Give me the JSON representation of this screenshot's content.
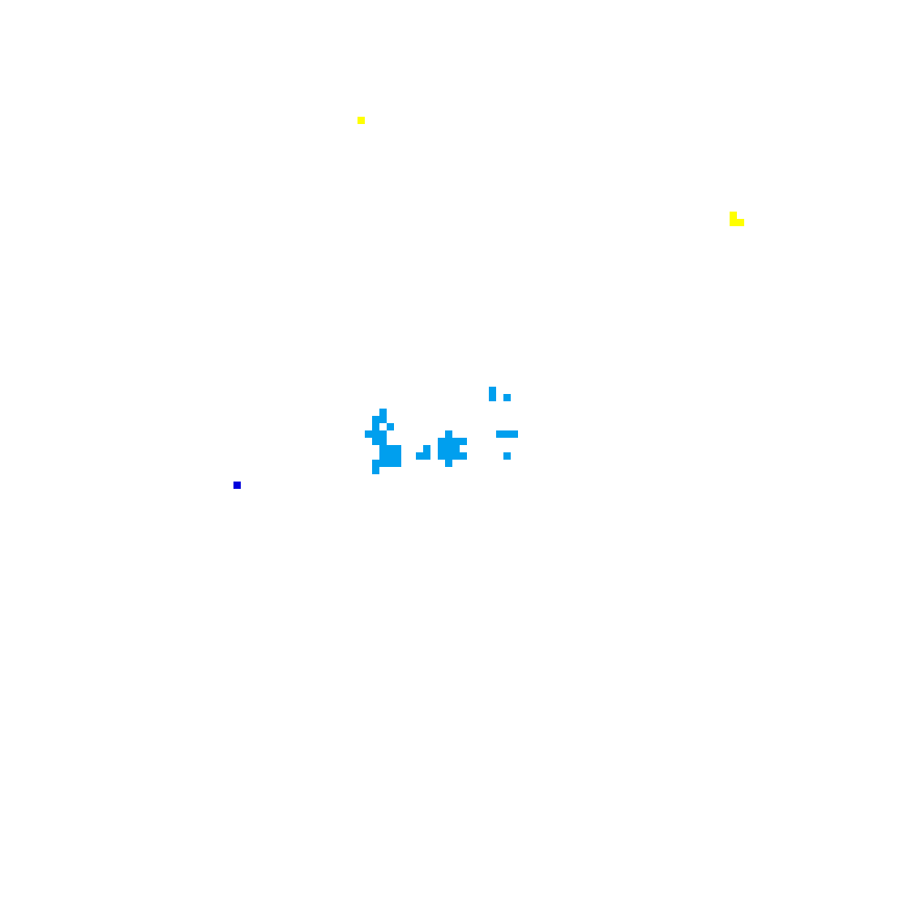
{
  "colors": {
    "background": "#ffffff",
    "cluster": "#009fee",
    "food": "#ffff00",
    "player": "#0000dd"
  },
  "board": {
    "grid_columns": 125,
    "grid_rows": 125
  },
  "entities": {
    "food": [
      {
        "name": "food-pellet",
        "cells": [
          [
            49,
            16
          ]
        ]
      },
      {
        "name": "food-pellet",
        "cells": [
          [
            100,
            29
          ],
          [
            100,
            30
          ],
          [
            101,
            30
          ]
        ]
      }
    ],
    "player": [
      {
        "name": "player-cell",
        "cells": [
          [
            32,
            66
          ]
        ]
      }
    ],
    "clusters": [
      {
        "name": "cluster-left",
        "cells": [
          [
            52,
            56
          ],
          [
            51,
            57
          ],
          [
            52,
            57
          ],
          [
            51,
            58
          ],
          [
            53,
            58
          ],
          [
            50,
            59
          ],
          [
            51,
            59
          ],
          [
            52,
            59
          ],
          [
            51,
            60
          ],
          [
            52,
            60
          ],
          [
            52,
            61
          ],
          [
            53,
            61
          ],
          [
            54,
            61
          ],
          [
            52,
            62
          ],
          [
            53,
            62
          ],
          [
            54,
            62
          ],
          [
            51,
            63
          ],
          [
            52,
            63
          ],
          [
            53,
            63
          ],
          [
            54,
            63
          ],
          [
            51,
            64
          ]
        ]
      },
      {
        "name": "cluster-center",
        "cells": [
          [
            61,
            59
          ],
          [
            60,
            60
          ],
          [
            61,
            60
          ],
          [
            62,
            60
          ],
          [
            63,
            60
          ],
          [
            58,
            61
          ],
          [
            60,
            61
          ],
          [
            61,
            61
          ],
          [
            62,
            61
          ],
          [
            57,
            62
          ],
          [
            58,
            62
          ],
          [
            60,
            62
          ],
          [
            61,
            62
          ],
          [
            62,
            62
          ],
          [
            63,
            62
          ],
          [
            61,
            63
          ]
        ]
      },
      {
        "name": "cluster-right",
        "cells": [
          [
            67,
            53
          ],
          [
            67,
            54
          ],
          [
            69,
            54
          ],
          [
            68,
            59
          ],
          [
            69,
            59
          ],
          [
            70,
            59
          ],
          [
            69,
            62
          ]
        ]
      }
    ]
  }
}
